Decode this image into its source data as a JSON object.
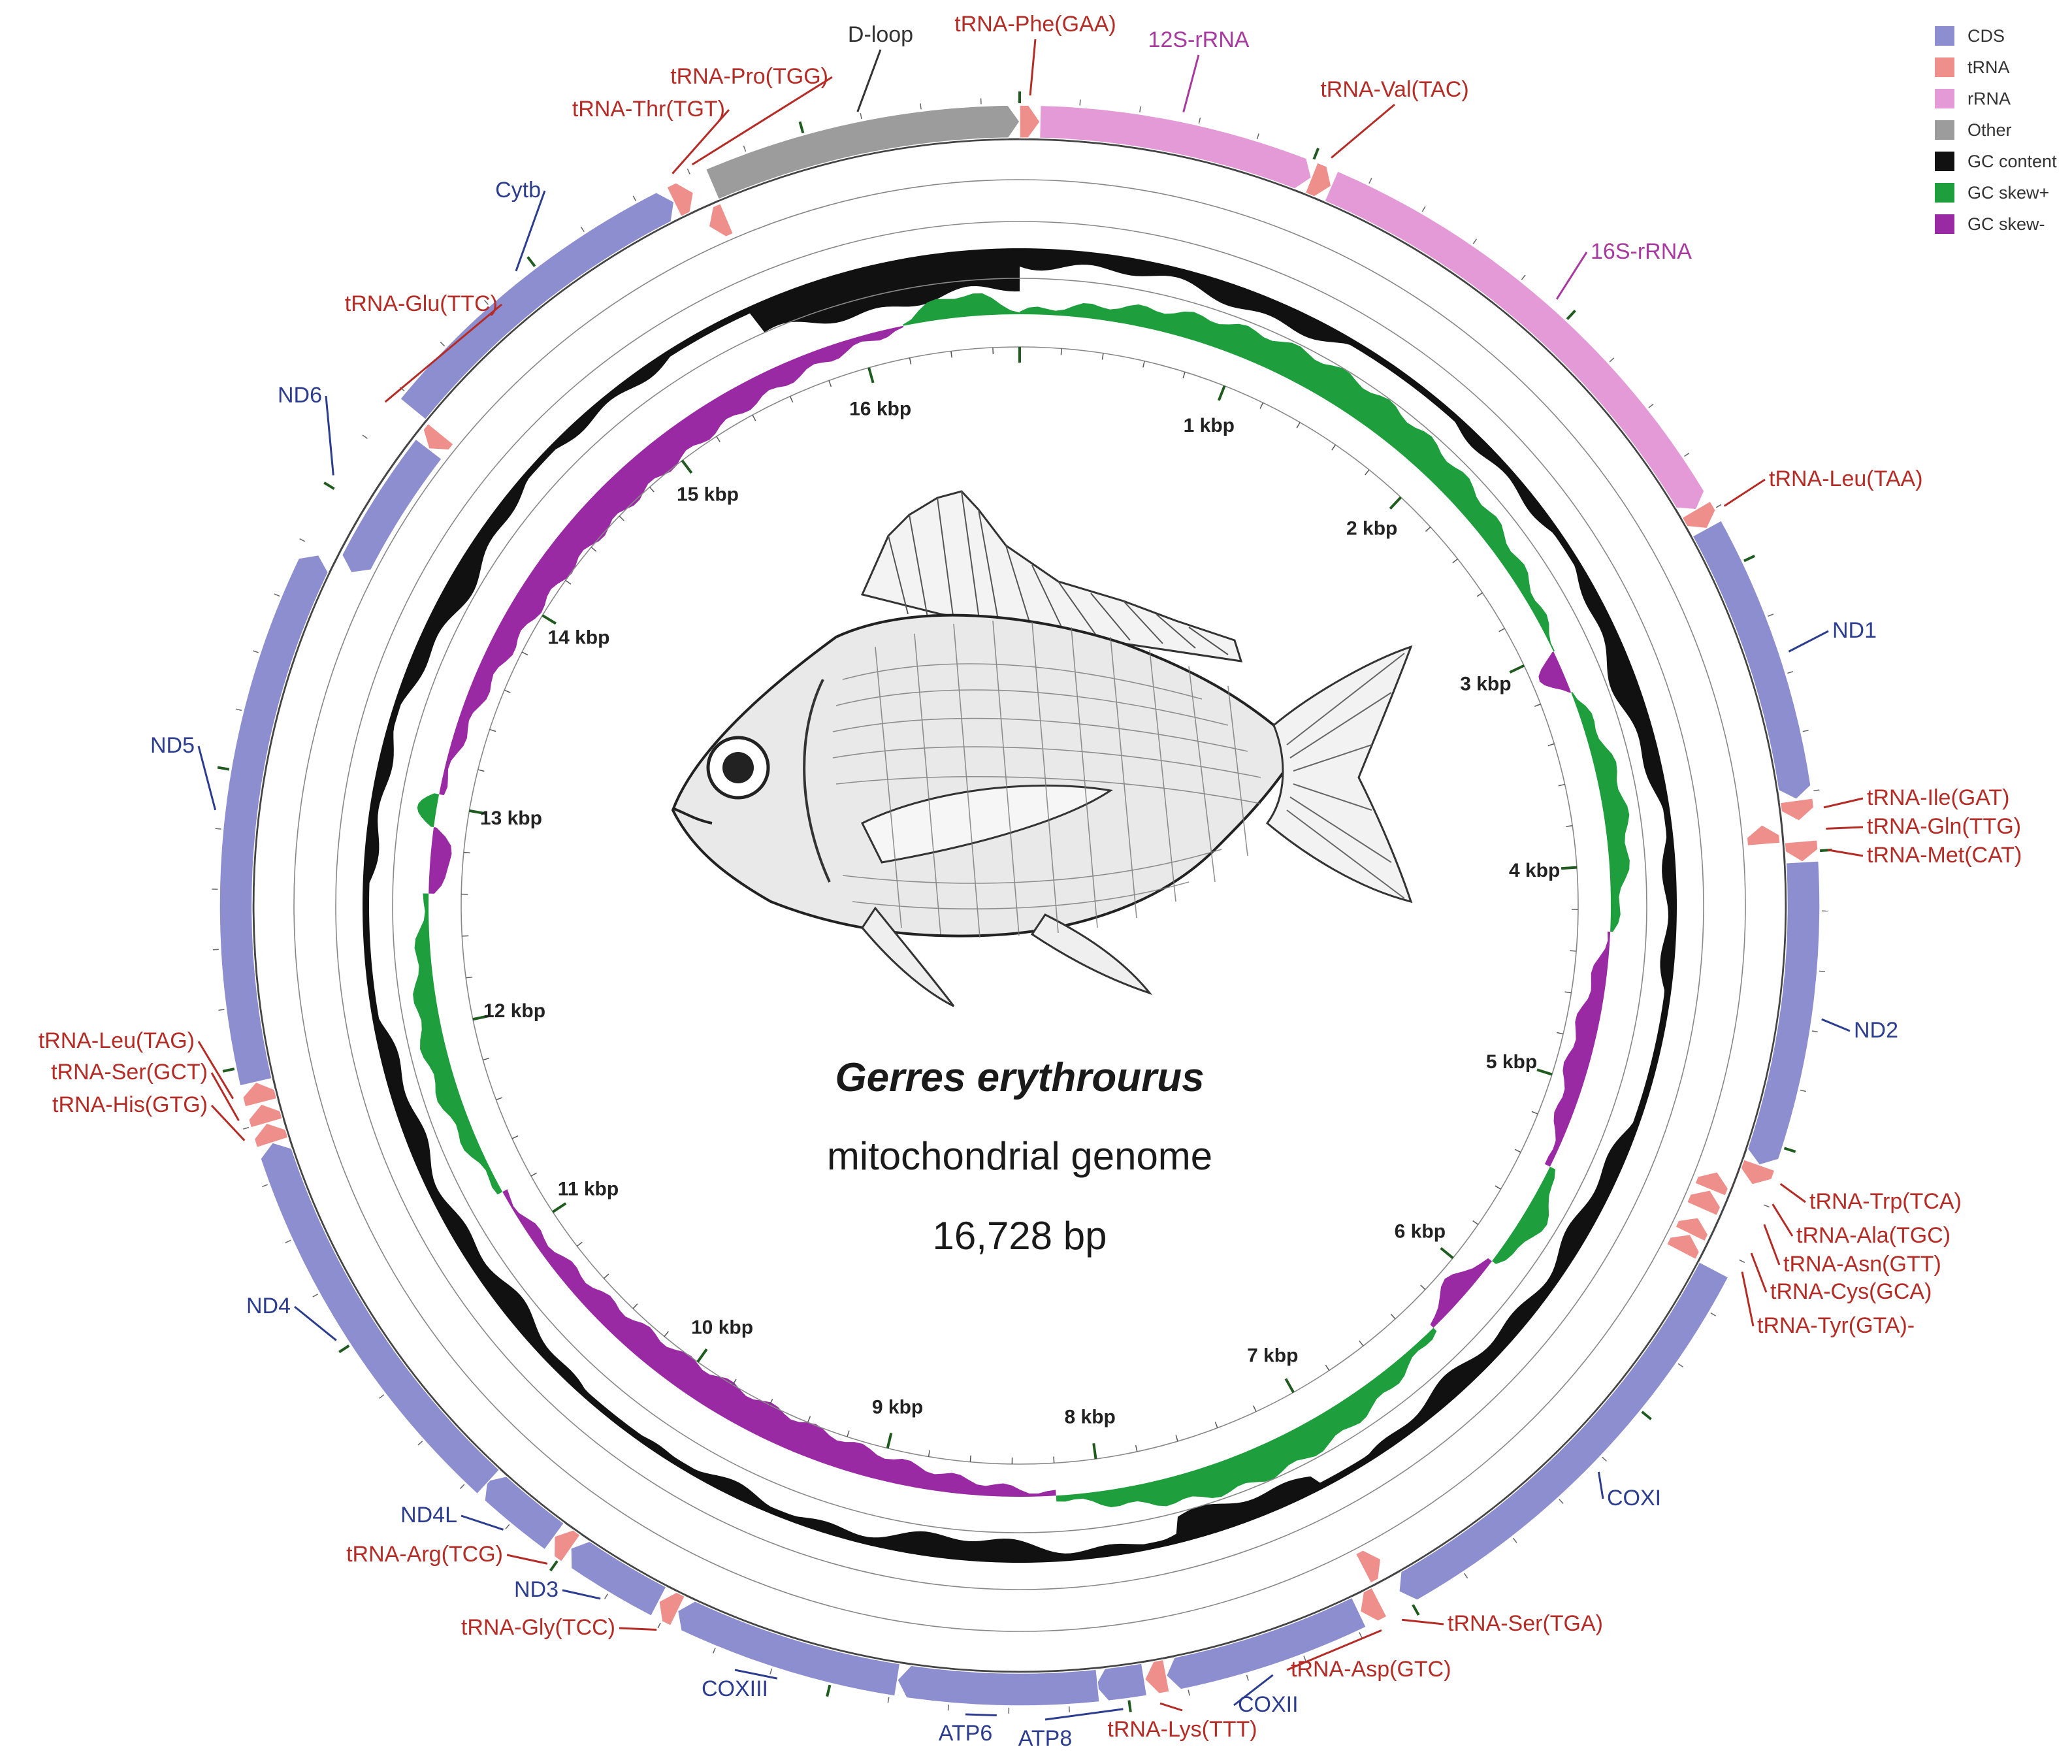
{
  "title": "Gerres erythrourus",
  "subtitle": "mitochondrial genome",
  "genome_length_label": "16,728 bp",
  "genome_length_bp": 16728,
  "colors": {
    "CDS": "#8d8ed0",
    "tRNA": "#ee8f8c",
    "rRNA": "#e39ad6",
    "Other": "#9c9c9c",
    "GC content": "#111111",
    "GC skew+": "#1e9e3c",
    "GC skew-": "#9a2aa3",
    "label_CDS": "#2c3d8f",
    "label_tRNA": "#b52c26",
    "label_rRNA": "#a8399f",
    "label_Other": "#333333"
  },
  "legend": [
    {
      "label": "CDS",
      "color": "#8d8ed0"
    },
    {
      "label": "tRNA",
      "color": "#ee8f8c"
    },
    {
      "label": "rRNA",
      "color": "#e39ad6"
    },
    {
      "label": "Other",
      "color": "#9c9c9c"
    },
    {
      "label": "GC content",
      "color": "#111111"
    },
    {
      "label": "GC skew+",
      "color": "#1e9e3c"
    },
    {
      "label": "GC skew-",
      "color": "#9a2aa3"
    }
  ],
  "kbp_labels": [
    "1 kbp",
    "2 kbp",
    "3 kbp",
    "4 kbp",
    "5 kbp",
    "6 kbp",
    "7 kbp",
    "8 kbp",
    "9 kbp",
    "10 kbp",
    "11 kbp",
    "12 kbp",
    "13 kbp",
    "14 kbp",
    "15 kbp",
    "16 kbp"
  ],
  "genes": [
    {
      "name": "tRNA-Phe(GAA)",
      "type": "tRNA",
      "start": 0,
      "end": 69,
      "strand": "+"
    },
    {
      "name": "12S-rRNA",
      "type": "rRNA",
      "start": 69,
      "end": 1015,
      "strand": "+"
    },
    {
      "name": "tRNA-Val(TAC)",
      "type": "tRNA",
      "start": 1015,
      "end": 1088,
      "strand": "+"
    },
    {
      "name": "16S-rRNA",
      "type": "rRNA",
      "start": 1088,
      "end": 2772,
      "strand": "+"
    },
    {
      "name": "tRNA-Leu(TAA)",
      "type": "tRNA",
      "start": 2772,
      "end": 2846,
      "strand": "+"
    },
    {
      "name": "ND1",
      "type": "CDS",
      "start": 2846,
      "end": 3820,
      "strand": "+"
    },
    {
      "name": "tRNA-Ile(GAT)",
      "type": "tRNA",
      "start": 3824,
      "end": 3894,
      "strand": "+"
    },
    {
      "name": "tRNA-Gln(TTG)",
      "type": "tRNA",
      "start": 3894,
      "end": 3964,
      "strand": "-"
    },
    {
      "name": "tRNA-Met(CAT)",
      "type": "tRNA",
      "start": 3964,
      "end": 4034,
      "strand": "+"
    },
    {
      "name": "ND2",
      "type": "CDS",
      "start": 4034,
      "end": 5080,
      "strand": "+"
    },
    {
      "name": "tRNA-Trp(TCA)",
      "type": "tRNA",
      "start": 5080,
      "end": 5151,
      "strand": "+"
    },
    {
      "name": "tRNA-Ala(TGC)",
      "type": "tRNA",
      "start": 5153,
      "end": 5221,
      "strand": "-"
    },
    {
      "name": "tRNA-Asn(GTT)",
      "type": "tRNA",
      "start": 5223,
      "end": 5296,
      "strand": "-"
    },
    {
      "name": "tRNA-Cys(GCA)",
      "type": "tRNA",
      "start": 5330,
      "end": 5395,
      "strand": "-"
    },
    {
      "name": "tRNA-Tyr(GTA)-",
      "type": "tRNA",
      "start": 5396,
      "end": 5466,
      "strand": "-"
    },
    {
      "name": "COXI",
      "type": "CDS",
      "start": 5468,
      "end": 7019,
      "strand": "+"
    },
    {
      "name": "tRNA-Ser(TGA)",
      "type": "tRNA",
      "start": 7020,
      "end": 7091,
      "strand": "-"
    },
    {
      "name": "tRNA-Asp(GTC)",
      "type": "tRNA",
      "start": 7095,
      "end": 7167,
      "strand": "+"
    },
    {
      "name": "COXII",
      "type": "CDS",
      "start": 7172,
      "end": 7863,
      "strand": "+"
    },
    {
      "name": "tRNA-Lys(TTT)",
      "type": "tRNA",
      "start": 7863,
      "end": 7937,
      "strand": "+"
    },
    {
      "name": "ATP8",
      "type": "CDS",
      "start": 7939,
      "end": 8107,
      "strand": "+"
    },
    {
      "name": "ATP6",
      "type": "CDS",
      "start": 8098,
      "end": 8781,
      "strand": "+"
    },
    {
      "name": "COXIII",
      "type": "CDS",
      "start": 8781,
      "end": 9566,
      "strand": "+"
    },
    {
      "name": "tRNA-Gly(TCC)",
      "type": "tRNA",
      "start": 9566,
      "end": 9637,
      "strand": "+"
    },
    {
      "name": "ND3",
      "type": "CDS",
      "start": 9638,
      "end": 9987,
      "strand": "+"
    },
    {
      "name": "tRNA-Arg(TCG)",
      "type": "tRNA",
      "start": 9987,
      "end": 10056,
      "strand": "+"
    },
    {
      "name": "ND4L",
      "type": "CDS",
      "start": 10056,
      "end": 10353,
      "strand": "+"
    },
    {
      "name": "ND4",
      "type": "CDS",
      "start": 10347,
      "end": 11728,
      "strand": "+"
    },
    {
      "name": "tRNA-His(GTG)",
      "type": "tRNA",
      "start": 11728,
      "end": 11797,
      "strand": "+"
    },
    {
      "name": "tRNA-Ser(GCT)",
      "type": "tRNA",
      "start": 11797,
      "end": 11864,
      "strand": "+"
    },
    {
      "name": "tRNA-Leu(TAG)",
      "type": "tRNA",
      "start": 11869,
      "end": 11941,
      "strand": "+"
    },
    {
      "name": "ND5",
      "type": "CDS",
      "start": 11941,
      "end": 13780,
      "strand": "+"
    },
    {
      "name": "ND6",
      "type": "CDS",
      "start": 13776,
      "end": 14297,
      "strand": "-"
    },
    {
      "name": "tRNA-Glu(TTC)",
      "type": "tRNA",
      "start": 14298,
      "end": 14366,
      "strand": "-"
    },
    {
      "name": "Cytb",
      "type": "CDS",
      "start": 14371,
      "end": 15512,
      "strand": "+"
    },
    {
      "name": "tRNA-Thr(TGT)",
      "type": "tRNA",
      "start": 15512,
      "end": 15585,
      "strand": "+"
    },
    {
      "name": "tRNA-Pro(TGG)",
      "type": "tRNA",
      "start": 15585,
      "end": 15655,
      "strand": "-"
    },
    {
      "name": "D-loop",
      "type": "Other",
      "start": 15655,
      "end": 16728,
      "strand": "+"
    }
  ],
  "gene_labels": [
    {
      "text": "tRNA-Phe(GAA)",
      "type": "tRNA"
    },
    {
      "text": "12S-rRNA",
      "type": "rRNA"
    },
    {
      "text": "tRNA-Val(TAC)",
      "type": "tRNA"
    },
    {
      "text": "16S-rRNA",
      "type": "rRNA"
    },
    {
      "text": "tRNA-Leu(TAA)",
      "type": "tRNA"
    },
    {
      "text": "ND1",
      "type": "CDS"
    },
    {
      "text": "tRNA-Ile(GAT)",
      "type": "tRNA"
    },
    {
      "text": "tRNA-Gln(TTG)",
      "type": "tRNA"
    },
    {
      "text": "tRNA-Met(CAT)",
      "type": "tRNA"
    },
    {
      "text": "ND2",
      "type": "CDS"
    },
    {
      "text": "tRNA-Trp(TCA)",
      "type": "tRNA"
    },
    {
      "text": "tRNA-Ala(TGC)",
      "type": "tRNA"
    },
    {
      "text": "tRNA-Asn(GTT)",
      "type": "tRNA"
    },
    {
      "text": "tRNA-Cys(GCA)",
      "type": "tRNA"
    },
    {
      "text": "tRNA-Tyr(GTA)-",
      "type": "tRNA"
    },
    {
      "text": "COXI",
      "type": "CDS"
    },
    {
      "text": "tRNA-Ser(TGA)",
      "type": "tRNA"
    },
    {
      "text": "tRNA-Asp(GTC)",
      "type": "tRNA"
    },
    {
      "text": "COXII",
      "type": "CDS"
    },
    {
      "text": "tRNA-Lys(TTT)",
      "type": "tRNA"
    },
    {
      "text": "ATP8",
      "type": "CDS"
    },
    {
      "text": "ATP6",
      "type": "CDS"
    },
    {
      "text": "COXIII",
      "type": "CDS"
    },
    {
      "text": "tRNA-Gly(TCC)",
      "type": "tRNA"
    },
    {
      "text": "ND3",
      "type": "CDS"
    },
    {
      "text": "tRNA-Arg(TCG)",
      "type": "tRNA"
    },
    {
      "text": "ND4L",
      "type": "CDS"
    },
    {
      "text": "ND4",
      "type": "CDS"
    },
    {
      "text": "tRNA-His(GTG)",
      "type": "tRNA"
    },
    {
      "text": "tRNA-Ser(GCT)",
      "type": "tRNA"
    },
    {
      "text": "tRNA-Leu(TAG)",
      "type": "tRNA"
    },
    {
      "text": "ND5",
      "type": "CDS"
    },
    {
      "text": "ND6",
      "type": "CDS"
    },
    {
      "text": "tRNA-Glu(TTC)",
      "type": "tRNA"
    },
    {
      "text": "Cytb",
      "type": "CDS"
    },
    {
      "text": "tRNA-Thr(TGT)",
      "type": "tRNA"
    },
    {
      "text": "tRNA-Pro(TGG)",
      "type": "tRNA"
    },
    {
      "text": "D-loop",
      "type": "Other"
    }
  ],
  "gc_skew_regions": [
    {
      "start": 0,
      "end": 3000,
      "sign": "+"
    },
    {
      "start": 3000,
      "end": 3200,
      "sign": "-"
    },
    {
      "start": 3200,
      "end": 4300,
      "sign": "+"
    },
    {
      "start": 4300,
      "end": 5400,
      "sign": "-"
    },
    {
      "start": 5400,
      "end": 5900,
      "sign": "+"
    },
    {
      "start": 5900,
      "end": 6300,
      "sign": "-"
    },
    {
      "start": 6300,
      "end": 8200,
      "sign": "+"
    },
    {
      "start": 8200,
      "end": 11200,
      "sign": "-"
    },
    {
      "start": 11200,
      "end": 12600,
      "sign": "+"
    },
    {
      "start": 12600,
      "end": 12900,
      "sign": "-"
    },
    {
      "start": 12900,
      "end": 13050,
      "sign": "+"
    },
    {
      "start": 13050,
      "end": 16200,
      "sign": "-"
    },
    {
      "start": 16200,
      "end": 16728,
      "sign": "+"
    }
  ]
}
